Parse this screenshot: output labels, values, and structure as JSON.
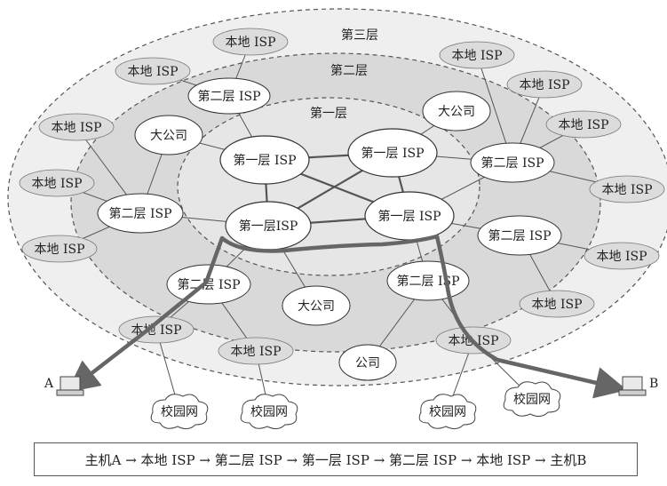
{
  "layers": {
    "tier3": "第三层",
    "tier2": "第二层",
    "tier1": "第一层"
  },
  "labels": {
    "tier1_isp": "第一层 ISP",
    "tier1_isp_compact": "第一层ISP",
    "tier2_isp": "第二层 ISP",
    "local_isp": "本地 ISP",
    "big_company": "大公司",
    "company": "公司",
    "campus": "校园网"
  },
  "hosts": {
    "a": "A",
    "b": "B"
  },
  "route_text": "主机A → 本地 ISP → 第二层 ISP → 第一层 ISP → 第二层 ISP → 本地 ISP → 主机B",
  "colors": {
    "tier3_fill": "#efefef",
    "tier2_fill": "#d9d9d9",
    "tier1_fill": "#e6e6e6",
    "local_isp_fill": "#dcdcdc",
    "route": "#666666"
  }
}
